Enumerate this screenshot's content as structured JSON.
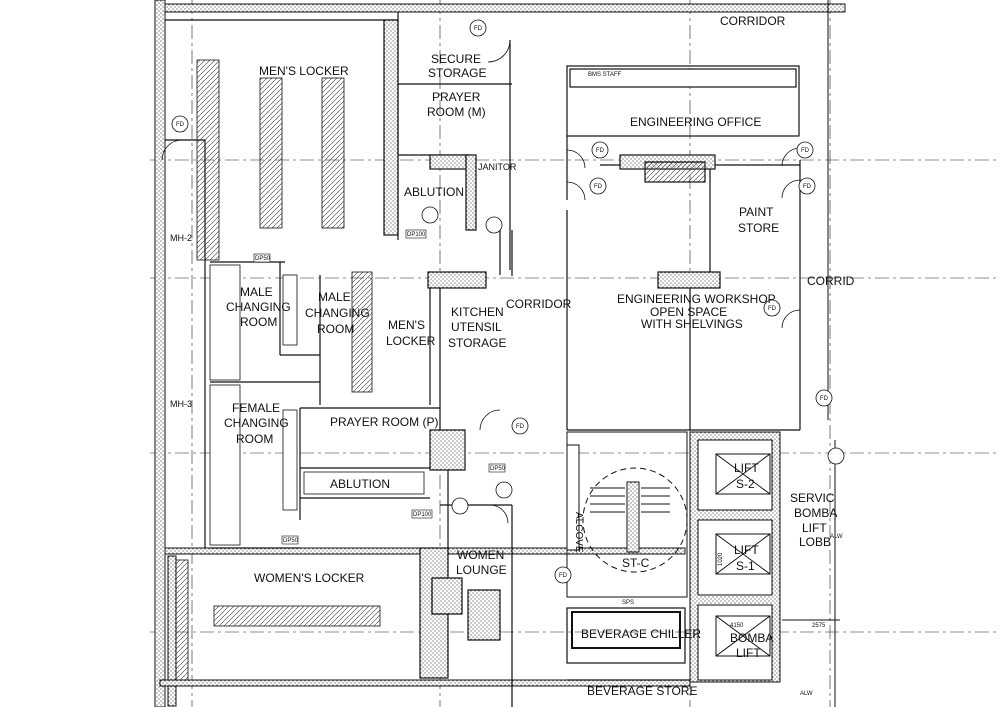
{
  "rooms": {
    "corridor_top": "CORRIDOR",
    "secure_storage": [
      "SECURE",
      "STORAGE"
    ],
    "mens_locker_top": "MEN'S LOCKER",
    "prayer_room_m": [
      "PRAYER",
      "ROOM (M)"
    ],
    "ablution_top": "ABLUTION",
    "janitor": "JANITOR",
    "engineering_office": "ENGINEERING OFFICE",
    "paint_store": [
      "PAINT",
      "STORE"
    ],
    "corridor_right": "CORRID",
    "mh2": "MH-2",
    "mh3": "MH-3",
    "male_changing_1": [
      "MALE",
      "CHANGING",
      "ROOM"
    ],
    "male_changing_2": [
      "MALE",
      "CHANGING",
      "ROOM"
    ],
    "mens_locker_mid": [
      "MEN'S",
      "LOCKER"
    ],
    "kitchen_utensil": [
      "KITCHEN",
      "UTENSIL",
      "STORAGE"
    ],
    "corridor_mid": "CORRIDOR",
    "engineering_workshop": [
      "ENGINEERING WORKSHOP",
      "OPEN SPACE",
      "WITH SHELVINGS"
    ],
    "female_changing": [
      "FEMALE",
      "CHANGING",
      "ROOM"
    ],
    "prayer_room_p": "PRAYER ROOM (P)",
    "ablution_bottom": "ABLUTION",
    "alcove": "ALCOVE",
    "stair": "ST-C",
    "lift_s2": [
      "LIFT",
      "S-2"
    ],
    "lift_s1": [
      "LIFT",
      "S-1"
    ],
    "bomba_lift": [
      "BOMBA",
      "LIFT"
    ],
    "service_lobby": [
      "SERVIC",
      "BOMBA",
      "LIFT",
      "LOBB"
    ],
    "women_lounge": [
      "WOMEN",
      "LOUNGE"
    ],
    "womens_locker": "WOMEN'S LOCKER",
    "beverage_chiller": "BEVERAGE CHILLER",
    "beverage_store": "BEVERAGE  STORE"
  },
  "tags": {
    "fd": "FD",
    "dp50": "DP50",
    "dp100": "DP100",
    "sps": "SPS",
    "bms_staff": "BMS STAFF",
    "dim_1020": "1020",
    "dim_4150": "4150",
    "dim_2575": "2575",
    "alw": "ALW"
  }
}
